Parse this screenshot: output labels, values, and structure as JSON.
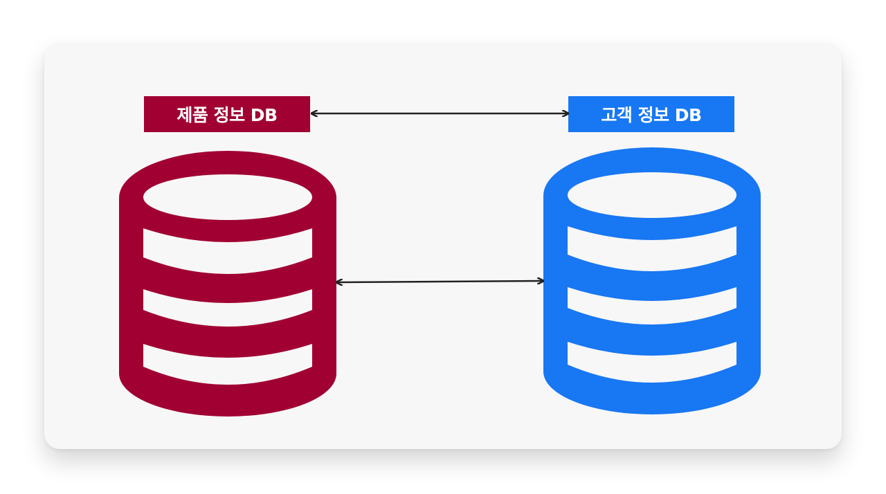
{
  "left_db": {
    "label": "제품 정보 DB",
    "color": "#a10032",
    "icon": "database-icon"
  },
  "right_db": {
    "label": "고객 정보 DB",
    "color": "#1877f2",
    "icon": "database-icon"
  },
  "connectors": {
    "color": "#222222",
    "style": "double-headed-arrow"
  }
}
